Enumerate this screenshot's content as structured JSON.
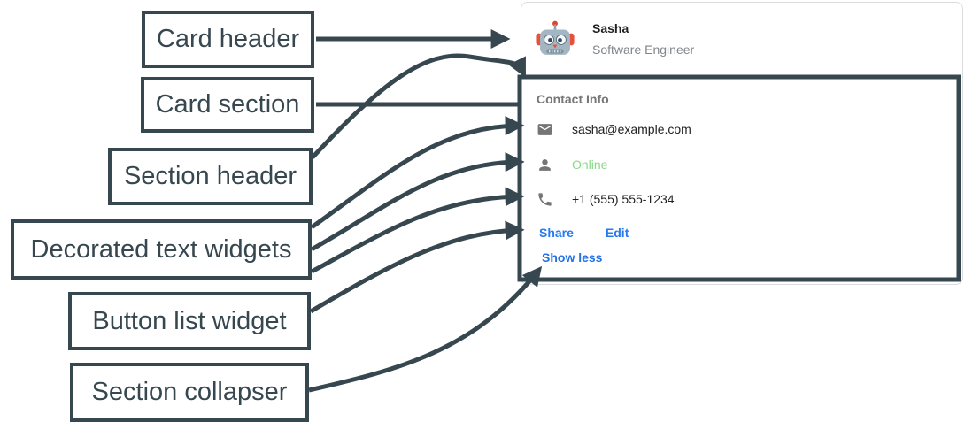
{
  "labels": [
    {
      "text": "Card header"
    },
    {
      "text": "Card section"
    },
    {
      "text": "Section header"
    },
    {
      "text": "Decorated text widgets"
    },
    {
      "text": "Button list widget"
    },
    {
      "text": "Section collapser"
    }
  ],
  "card": {
    "header": {
      "avatar": "robot-avatar",
      "name": "Sasha",
      "role": "Software Engineer"
    },
    "section": {
      "title": "Contact Info",
      "rows": [
        {
          "icon": "email-icon",
          "text": "sasha@example.com",
          "color": "#202124"
        },
        {
          "icon": "person-icon",
          "text": "Online",
          "color": "#88d888"
        },
        {
          "icon": "phone-icon",
          "text": "+1 (555) 555-1234",
          "color": "#202124"
        }
      ],
      "buttons": [
        {
          "label": "Share"
        },
        {
          "label": "Edit"
        }
      ],
      "collapser": "Show less"
    }
  },
  "colors": {
    "annotation": "#37474F",
    "card_border": "#dadce0",
    "link_blue": "#2779f2",
    "online_green": "#88d888",
    "muted_gray": "#757575",
    "text_dark": "#202124"
  }
}
